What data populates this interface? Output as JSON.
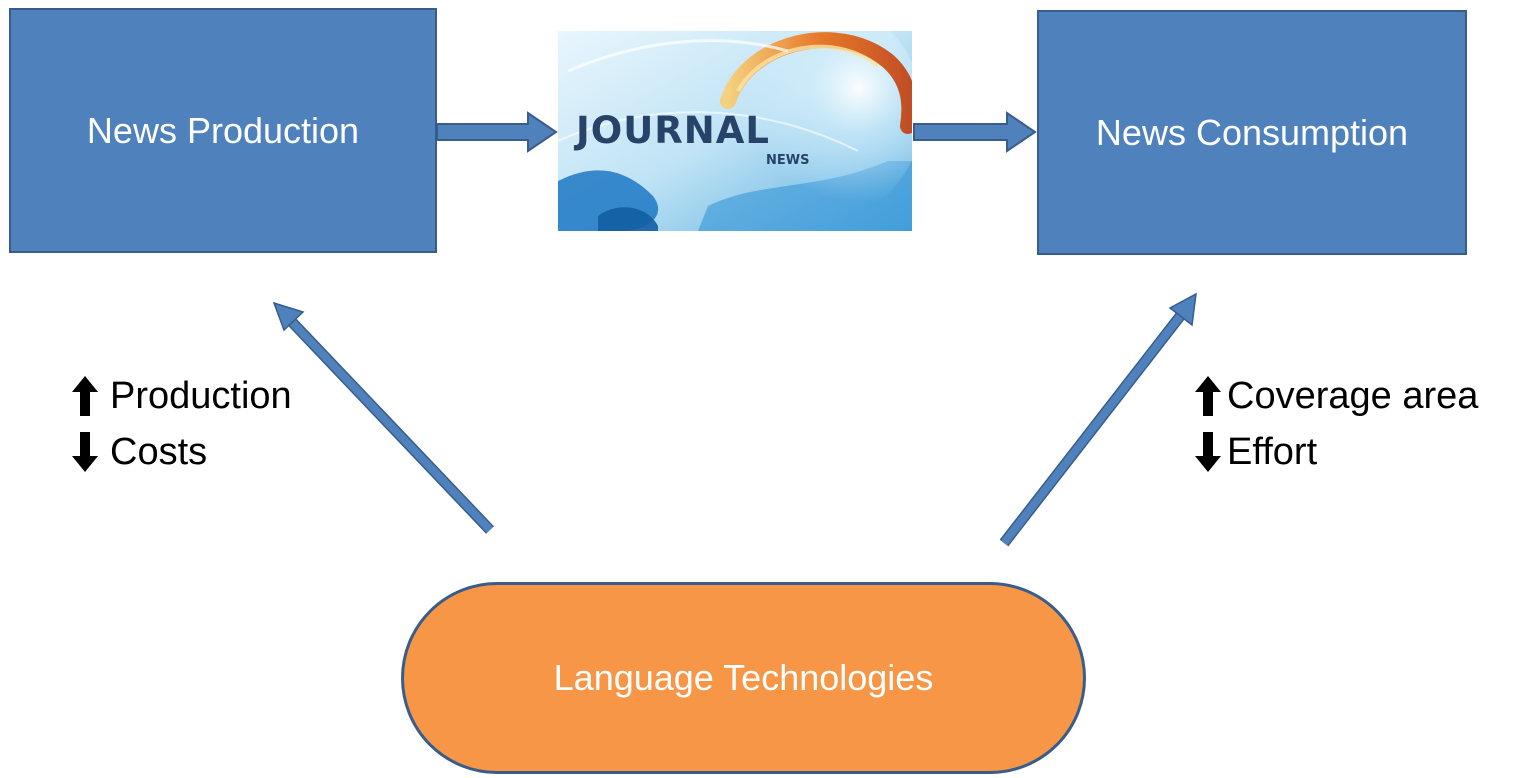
{
  "boxes": {
    "production": "News Production",
    "consumption": "News Consumption"
  },
  "logo": {
    "title": "JOURNAL",
    "subtitle": "NEWS"
  },
  "center": {
    "label": "Language Technologies"
  },
  "effects_left": {
    "up": "Production",
    "down": "Costs"
  },
  "effects_right": {
    "up": "Coverage area",
    "down": "Effort"
  },
  "colors": {
    "box_fill": "#4f81bd",
    "box_border": "#385d8a",
    "pill_fill": "#f79646",
    "arrow": "#4f81bd"
  }
}
